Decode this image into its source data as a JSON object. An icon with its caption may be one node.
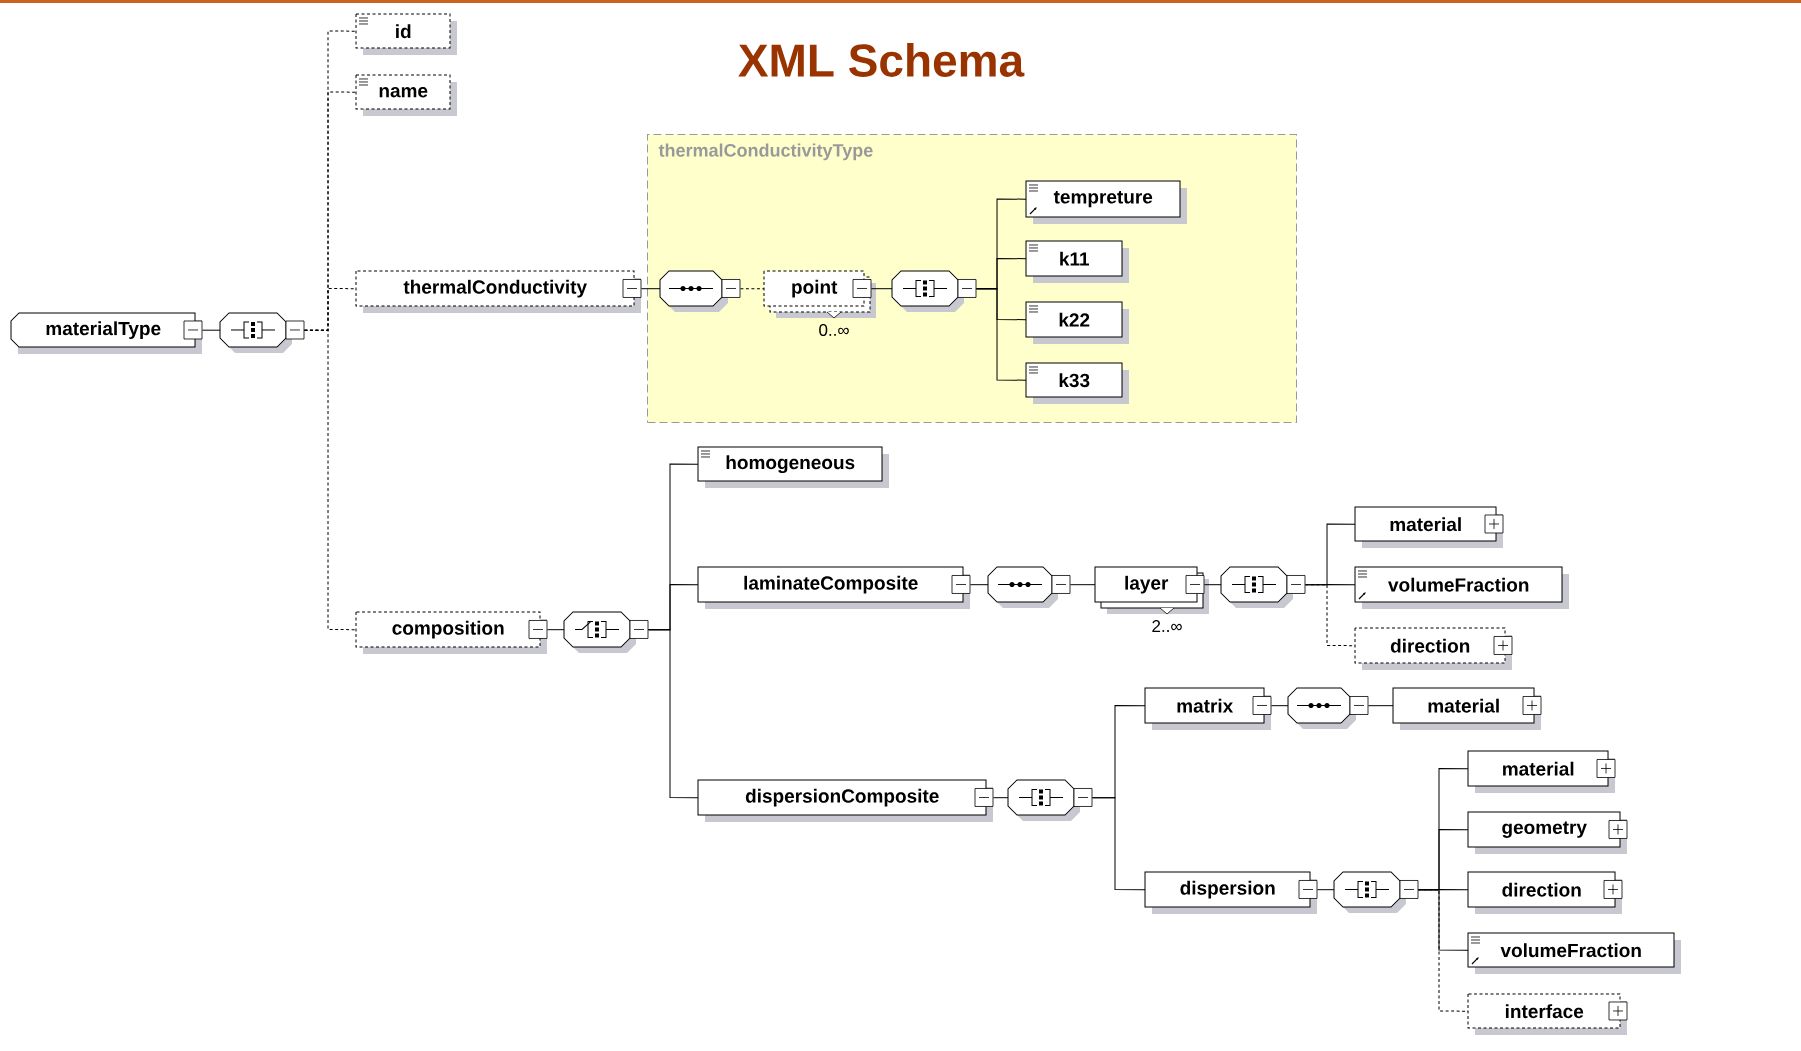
{
  "diagram": {
    "title": "XML Schema",
    "nodes": [
      {
        "text": [
          "materialType"
        ]
      },
      {
        "text": [],
        "shape": "octagon"
      },
      {
        "text": [
          "id"
        ]
      },
      {
        "text": [
          "name"
        ]
      },
      {
        "text": [
          "thermalConductivity"
        ]
      },
      {
        "text": [
          "thermalConductivityType"
        ]
      },
      {
        "text": [],
        "shape": "octagon",
        "in": 5
      },
      {
        "text": [
          "point"
        ],
        "in": 5,
        "beside": [
          "0..∞"
        ]
      },
      {
        "text": [],
        "shape": "octagon",
        "in": 5
      },
      {
        "text": [
          "tempreture"
        ],
        "in": 5
      },
      {
        "text": [
          "k11"
        ],
        "in": 5
      },
      {
        "text": [
          "k22"
        ],
        "in": 5
      },
      {
        "text": [
          "k33"
        ],
        "in": 5
      },
      {
        "text": [
          "composition"
        ]
      },
      {
        "text": [],
        "shape": "octagon"
      },
      {
        "text": [
          "homogeneous"
        ]
      },
      {
        "text": [
          "laminateComposite"
        ]
      },
      {
        "text": [],
        "shape": "octagon"
      },
      {
        "text": [
          "layer"
        ],
        "beside": [
          "2..∞"
        ]
      },
      {
        "text": [],
        "shape": "octagon"
      },
      {
        "text": [
          "material"
        ]
      },
      {
        "text": [
          "volumeFraction"
        ]
      },
      {
        "text": [
          "direction"
        ]
      },
      {
        "text": [
          "dispersionComposite"
        ]
      },
      {
        "text": [],
        "shape": "octagon"
      },
      {
        "text": [
          "matrix"
        ]
      },
      {
        "text": [],
        "shape": "octagon"
      },
      {
        "text": [
          "material"
        ]
      },
      {
        "text": [
          "dispersion"
        ]
      },
      {
        "text": [],
        "shape": "octagon"
      },
      {
        "text": [
          "material"
        ]
      },
      {
        "text": [
          "geometry"
        ]
      },
      {
        "text": [
          "direction"
        ]
      },
      {
        "text": [
          "volumeFraction"
        ]
      },
      {
        "text": [
          "interface"
        ]
      }
    ],
    "edges": [
      {
        "from": 0,
        "to": 1,
        "arrow": "none"
      },
      {
        "from": 1,
        "to": 2,
        "arrow": "none",
        "style": "dashed"
      },
      {
        "from": 1,
        "to": 3,
        "arrow": "none",
        "style": "dashed"
      },
      {
        "from": 1,
        "to": 4,
        "arrow": "none",
        "style": "dashed"
      },
      {
        "from": 1,
        "to": 13,
        "arrow": "none",
        "style": "dashed"
      },
      {
        "from": 4,
        "to": 6,
        "arrow": "none"
      },
      {
        "from": 6,
        "to": 7,
        "arrow": "none",
        "style": "dashed"
      },
      {
        "from": 7,
        "to": 8,
        "arrow": "none"
      },
      {
        "from": 8,
        "to": 9,
        "arrow": "none"
      },
      {
        "from": 8,
        "to": 10,
        "arrow": "none"
      },
      {
        "from": 8,
        "to": 11,
        "arrow": "none"
      },
      {
        "from": 8,
        "to": 12,
        "arrow": "none"
      },
      {
        "from": 13,
        "to": 14,
        "arrow": "none"
      },
      {
        "from": 14,
        "to": 15,
        "arrow": "none"
      },
      {
        "from": 14,
        "to": 16,
        "arrow": "none"
      },
      {
        "from": 14,
        "to": 23,
        "arrow": "none"
      },
      {
        "from": 16,
        "to": 17,
        "arrow": "none"
      },
      {
        "from": 17,
        "to": 18,
        "arrow": "none"
      },
      {
        "from": 18,
        "to": 19,
        "arrow": "none"
      },
      {
        "from": 19,
        "to": 20,
        "arrow": "none"
      },
      {
        "from": 19,
        "to": 21,
        "arrow": "none"
      },
      {
        "from": 19,
        "to": 22,
        "arrow": "none",
        "style": "dashed"
      },
      {
        "from": 23,
        "to": 24,
        "arrow": "none"
      },
      {
        "from": 24,
        "to": 25,
        "arrow": "none"
      },
      {
        "from": 24,
        "to": 28,
        "arrow": "none"
      },
      {
        "from": 25,
        "to": 26,
        "arrow": "none"
      },
      {
        "from": 26,
        "to": 27,
        "arrow": "none"
      },
      {
        "from": 28,
        "to": 29,
        "arrow": "none"
      },
      {
        "from": 29,
        "to": 30,
        "arrow": "none"
      },
      {
        "from": 29,
        "to": 31,
        "arrow": "none"
      },
      {
        "from": 29,
        "to": 32,
        "arrow": "none"
      },
      {
        "from": 29,
        "to": 33,
        "arrow": "none"
      },
      {
        "from": 29,
        "to": 34,
        "arrow": "none",
        "style": "dashed"
      }
    ]
  }
}
